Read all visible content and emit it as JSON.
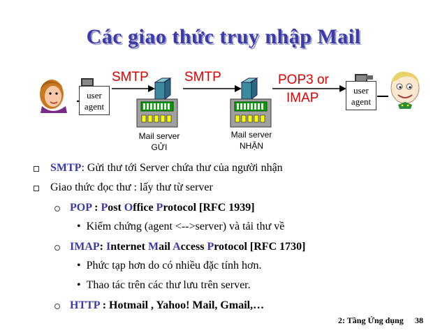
{
  "title": "Các giao thức truy nhập Mail",
  "diagram": {
    "arrow1": "SMTP",
    "arrow2": "SMTP",
    "arrow3_line1": "POP3 or",
    "arrow3_line2": "IMAP",
    "ua_left_line1": "user",
    "ua_left_line2": "agent",
    "ua_right_line1": "user",
    "ua_right_line2": "agent",
    "server1_line1": "Mail server",
    "server1_line2": "GỬI",
    "server2_line1": "Mail server",
    "server2_line2": "NHẬN"
  },
  "bullets": {
    "smtp_term": "SMTP",
    "smtp_text": ": Gửi thư tới Server chứa thư của người nhận",
    "read_text": "Giao  thức đọc thư  : lấy thư từ server",
    "pop_term": "POP",
    "pop_sep": " : ",
    "pop_P": "P",
    "pop_ost": "ost ",
    "pop_O": "O",
    "pop_ffice": "ffice ",
    "pop_P2": "P",
    "pop_rotocol": "rotocol [RFC 1939]",
    "pop_detail": "Kiểm chứng (agent <-->server) và tải thư về",
    "imap_term": "IMAP",
    "imap_sep": ": ",
    "imap_I": "I",
    "imap_nternet": "nternet ",
    "imap_M": "M",
    "imap_ail": "ail ",
    "imap_A": "A",
    "imap_ccess": "ccess ",
    "imap_P": "P",
    "imap_rotocol": "rotocol [RFC 1730]",
    "imap_detail1": "Phức tạp hơn do có nhiều đặc tính hơn.",
    "imap_detail2": "Thao tác trên các thư lưu trên server.",
    "http_term": "HTTP",
    "http_text": " : Hotmail , Yahoo! Mail, Gmail,…"
  },
  "footer": {
    "chapter": "2: Tầng Ứng dụng",
    "page": "38"
  }
}
